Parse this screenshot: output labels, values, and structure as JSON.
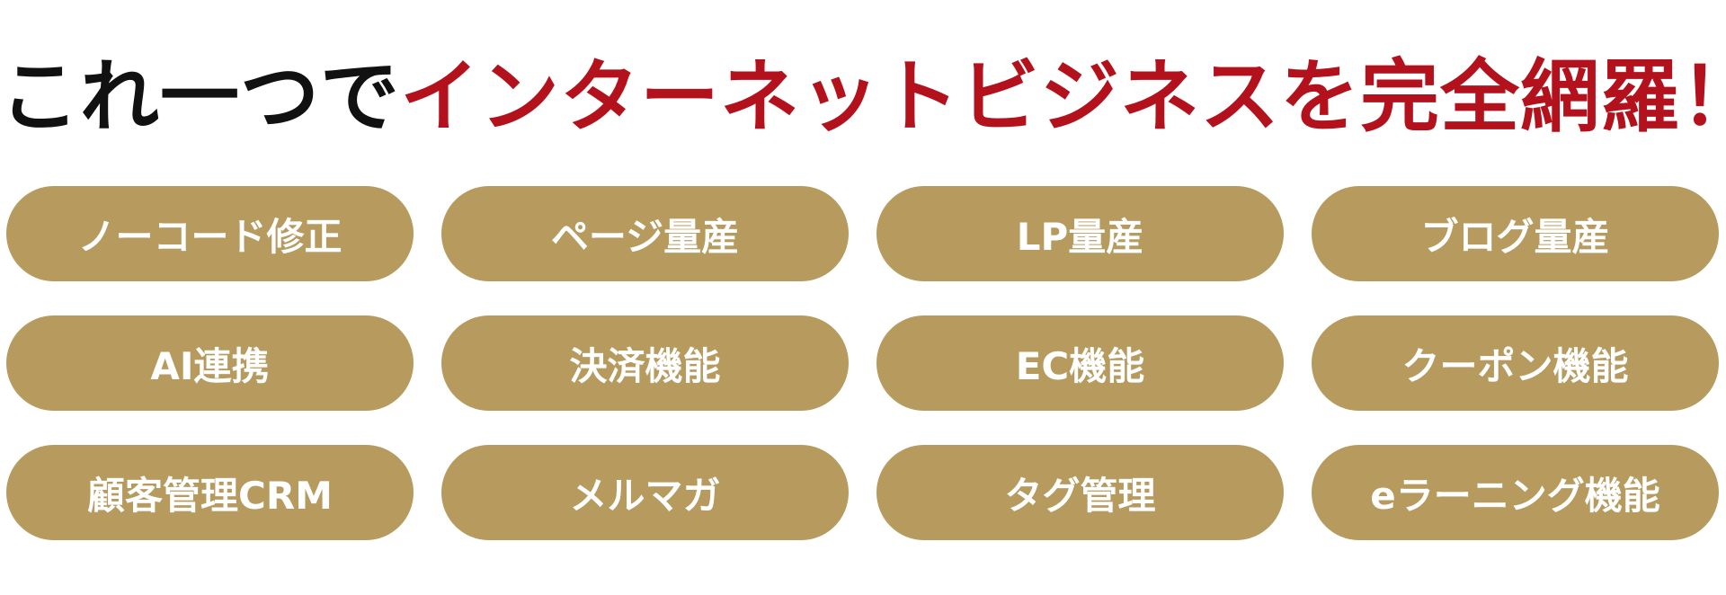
{
  "headline": {
    "part_black": "これ一つで",
    "part_red": "インターネットビジネスを完全網羅！"
  },
  "colors": {
    "pill_background": "#b69a5e",
    "pill_text": "#ffffff",
    "headline_black": "#111111",
    "headline_red": "#b3121d"
  },
  "features": [
    {
      "label": "ノーコード修正"
    },
    {
      "label": "ページ量産"
    },
    {
      "label": "LP量産"
    },
    {
      "label": "ブログ量産"
    },
    {
      "label": "AI連携"
    },
    {
      "label": "決済機能"
    },
    {
      "label": "EC機能"
    },
    {
      "label": "クーポン機能"
    },
    {
      "label": "顧客管理CRM"
    },
    {
      "label": "メルマガ"
    },
    {
      "label": "タグ管理"
    },
    {
      "label": "eラーニング機能"
    }
  ]
}
